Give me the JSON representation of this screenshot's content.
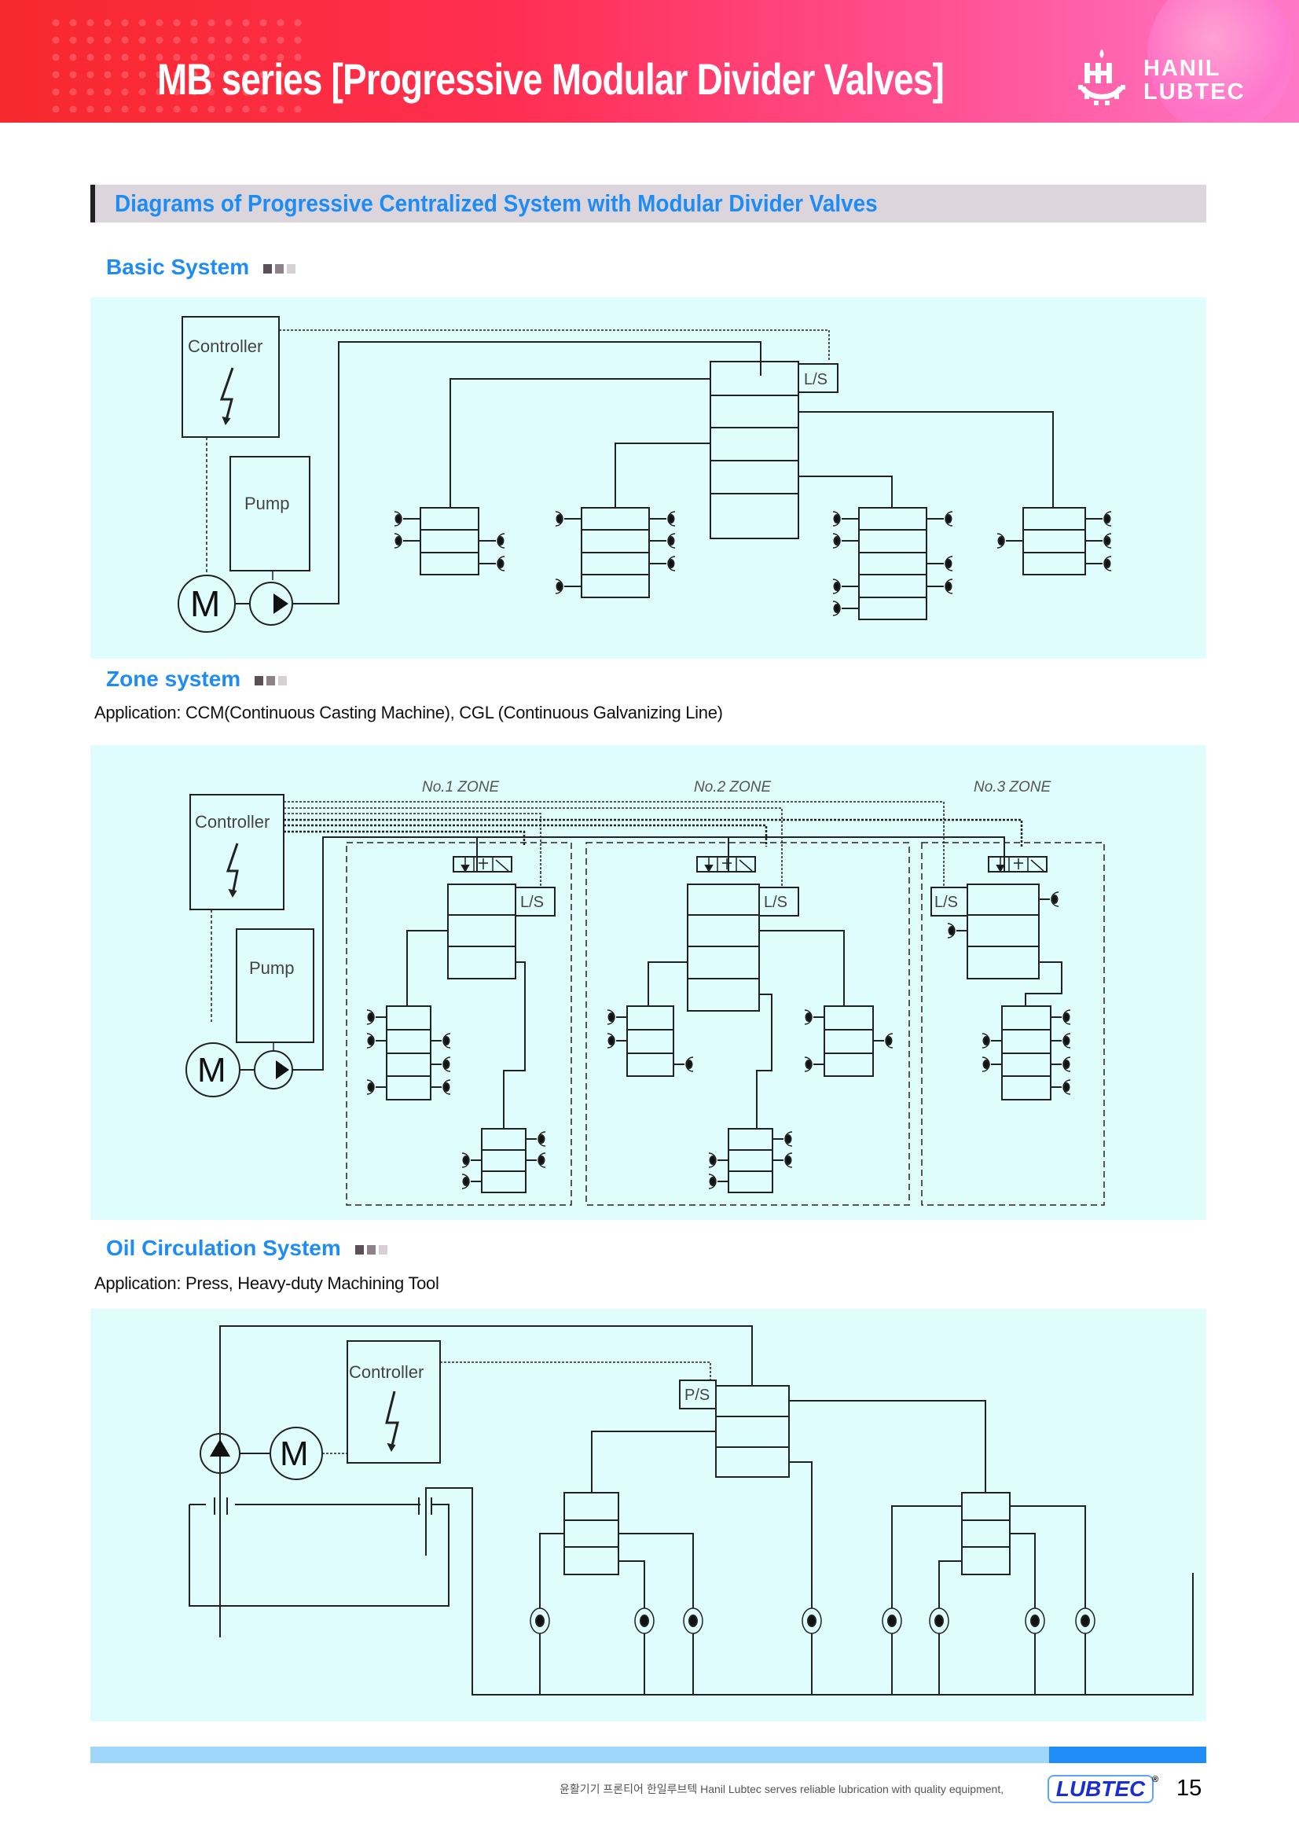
{
  "header": {
    "title": "MB series [Progressive Modular Divider Valves]",
    "logo_line1": "HANIL",
    "logo_line2": "LUBTEC",
    "gradient_start": "#f7282c",
    "gradient_end": "#ff79c8"
  },
  "section_title": "Diagrams of Progressive Centralized System with Modular Divider Valves",
  "accent_color": "#1e8cf5",
  "panel_color": "#e0fdfd",
  "basic": {
    "title": "Basic System",
    "labels": {
      "controller": "Controller",
      "pump": "Pump",
      "motor": "M",
      "limit_switch": "L/S"
    }
  },
  "zone": {
    "title": "Zone system",
    "application": "Application: CCM(Continuous Casting Machine), CGL (Continuous Galvanizing Line)",
    "labels": {
      "controller": "Controller",
      "pump": "Pump",
      "motor": "M",
      "limit_switch": "L/S"
    },
    "zones": [
      "No.1  ZONE",
      "No.2  ZONE",
      "No.3  ZONE"
    ]
  },
  "oil": {
    "title": "Oil Circulation System",
    "application": "Application: Press, Heavy-duty Machining Tool",
    "labels": {
      "controller": "Controller",
      "motor": "M",
      "pressure_switch": "P/S"
    }
  },
  "footer": {
    "tagline": "윤활기기 프론티어 한일루브텍 Hanil Lubtec serves reliable lubrication with quality equipment,",
    "brand": "LUBTEC",
    "registered": "®",
    "page_number": "15"
  }
}
